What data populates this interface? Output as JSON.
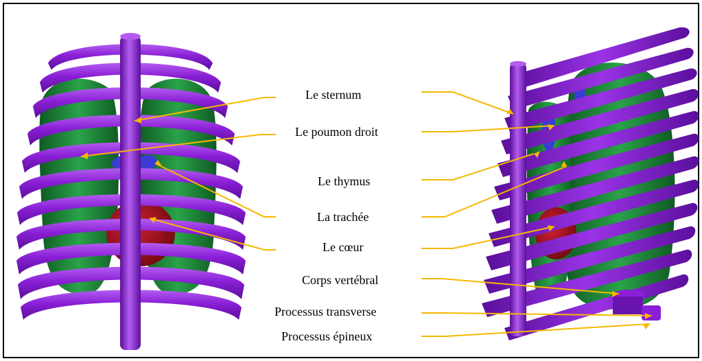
{
  "labels": {
    "sternum": "Le sternum",
    "right_lung": "Le poumon droit",
    "thymus": "Le thymus",
    "trachea": "La trachée",
    "heart": "Le cœur",
    "vertebral_body": "Corps vertébral",
    "transverse_process": "Processus transverse",
    "spinous_process": "Processus épineux"
  },
  "colors": {
    "ribs": "#8a1fd6",
    "ribs_dark": "#5b0f9c",
    "lungs": "#1f8a3a",
    "lungs_dark": "#0f5a22",
    "heart": "#b01020",
    "thymus_trachea": "#3b3bd6",
    "pointer_lines": "#f5b800",
    "frame": "#000000"
  },
  "views": [
    "front-view",
    "oblique-view"
  ]
}
